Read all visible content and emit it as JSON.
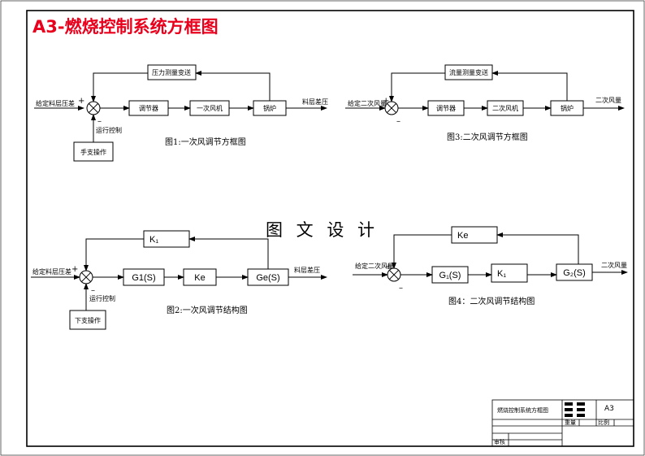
{
  "title": "A3-燃烧控制系统方框图",
  "watermark": "图 文 设 计",
  "fig1": {
    "input": "给定料层压差",
    "plus": "+",
    "minus": "–",
    "feedback": "压力测量变送",
    "controller": "调节器",
    "fan": "一次风机",
    "furnace": "锅炉",
    "output": "料层差压",
    "run_control": "运行控制",
    "manual": "手支操作",
    "caption": "图1:一次风调节方框图"
  },
  "fig2": {
    "input": "给定料层压差",
    "plus": "+",
    "minus": "–",
    "feedback": "K₁",
    "g1": "G1(S)",
    "ke": "Ke",
    "ge": "Ge(S)",
    "output": "料层差压",
    "run_control": "运行控制",
    "manual": "下支操作",
    "caption": "图2:一次风调节结构图"
  },
  "fig3": {
    "input": "给定二次风量",
    "plus": "+",
    "minus": "–",
    "feedback": "流量测量变送",
    "controller": "调节器",
    "fan": "二次风机",
    "furnace": "锅炉",
    "output": "二次风量",
    "caption": "图3:二次风调节方框图"
  },
  "fig4": {
    "input": "给定二次风量",
    "plus": "+",
    "minus": "–",
    "feedback": "Ke",
    "g1": "G₁(S)",
    "k1": "K₁",
    "g2": "G₂(S)",
    "output": "二次风量",
    "caption": "图4：二次风调节结构图"
  },
  "title_block": {
    "drawing_name": "燃烧控制系统方框图",
    "size": "A3",
    "label_a": "重量",
    "label_b": "比例",
    "label_c": "审核"
  }
}
